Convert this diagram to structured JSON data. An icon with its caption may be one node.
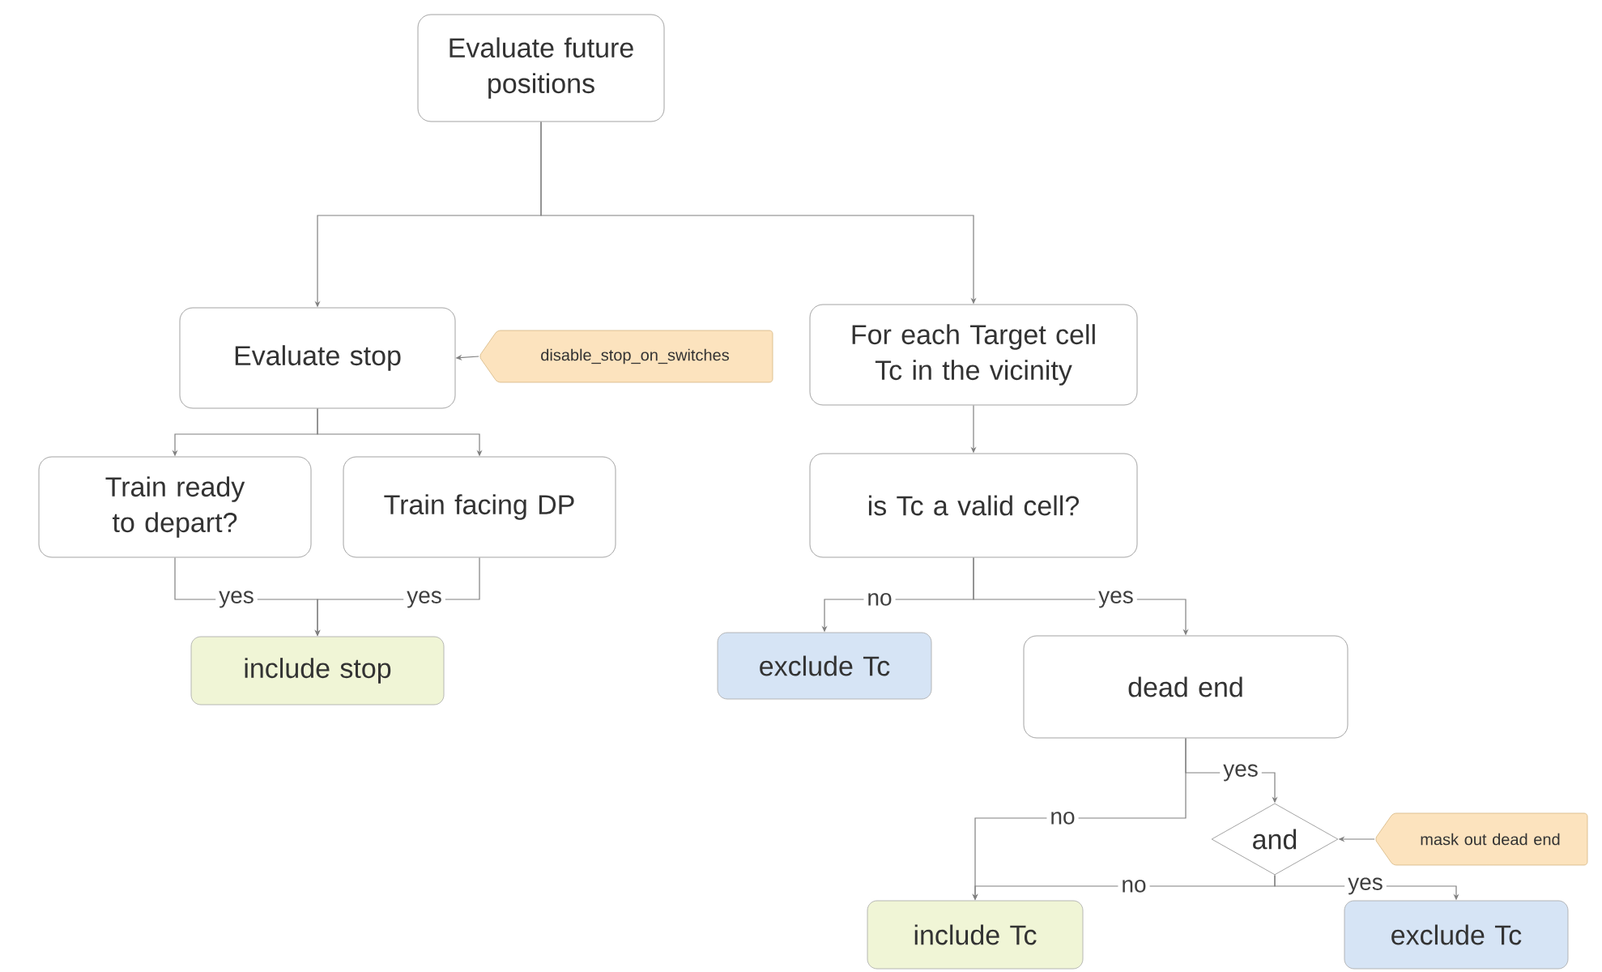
{
  "diagram": {
    "nodes": [
      {
        "text": [
          "Evaluate future positions"
        ]
      },
      {
        "text": [
          "Evaluate stop"
        ]
      },
      {
        "text": [
          "disable_stop_on_switches"
        ]
      },
      {
        "text": [
          "For each Target cell Tc in the vicinity"
        ]
      },
      {
        "text": [
          "Train ready to depart?"
        ]
      },
      {
        "text": [
          "Train facing DP"
        ]
      },
      {
        "text": [
          "is Tc a valid cell?"
        ]
      },
      {
        "text": [
          "include stop"
        ]
      },
      {
        "text": [
          "exclude Tc"
        ]
      },
      {
        "text": [
          "dead end"
        ]
      },
      {
        "text": [
          "and"
        ]
      },
      {
        "text": [
          "mask out dead end"
        ]
      },
      {
        "text": [
          "include Tc"
        ]
      },
      {
        "text": [
          "exclude Tc"
        ]
      }
    ],
    "edges": [
      {
        "from": 0,
        "to": 1,
        "arrow": "to"
      },
      {
        "from": 0,
        "to": 3,
        "arrow": "to"
      },
      {
        "from": 2,
        "to": 1,
        "arrow": "to"
      },
      {
        "from": 1,
        "to": 4,
        "arrow": "to"
      },
      {
        "from": 1,
        "to": 5,
        "arrow": "to"
      },
      {
        "from": 3,
        "to": 6,
        "arrow": "to"
      },
      {
        "from": 4,
        "to": 7,
        "arrow": "to",
        "label": "yes"
      },
      {
        "from": 5,
        "to": 7,
        "arrow": "to",
        "label": "yes"
      },
      {
        "from": 6,
        "to": 8,
        "arrow": "to",
        "label": "no"
      },
      {
        "from": 6,
        "to": 9,
        "arrow": "to",
        "label": "yes"
      },
      {
        "from": 9,
        "to": 10,
        "arrow": "to",
        "label": "yes"
      },
      {
        "from": 9,
        "to": 12,
        "arrow": "to",
        "label": "no"
      },
      {
        "from": 11,
        "to": 10,
        "arrow": "to"
      },
      {
        "from": 10,
        "to": 12,
        "arrow": "to",
        "label": "no"
      },
      {
        "from": 10,
        "to": 13,
        "arrow": "to",
        "label": "yes"
      }
    ]
  }
}
